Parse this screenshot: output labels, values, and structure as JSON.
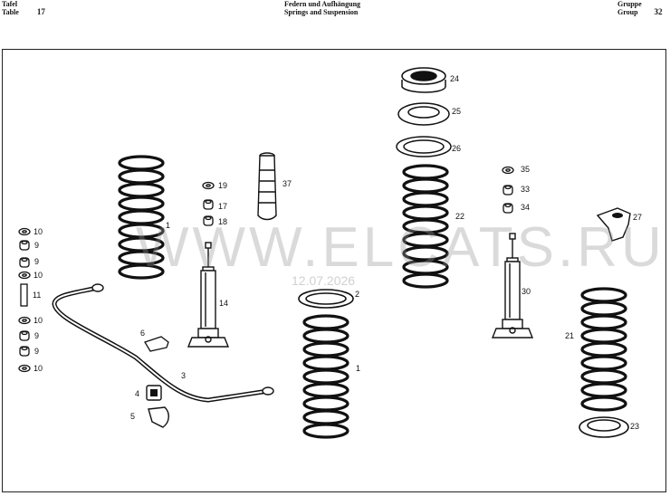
{
  "header": {
    "left_line1": "Tafel",
    "left_line2": "Table",
    "table_no": "17",
    "title_de": "Federn und Aufhängung",
    "title_en": "Springs and Suspension",
    "right_line1": "Gruppe",
    "right_line2": "Group",
    "group_no": "32"
  },
  "watermark": {
    "text": "WWW.ELCATS.RU",
    "date": "12.07.2026"
  },
  "callouts": {
    "c1a": "1",
    "c1b": "1",
    "c2": "2",
    "c3": "3",
    "c4": "4",
    "c5": "5",
    "c6": "6",
    "c9a": "9",
    "c9b": "9",
    "c9c": "9",
    "c9d": "9",
    "c10a": "10",
    "c10b": "10",
    "c10c": "10",
    "c10d": "10",
    "c11": "11",
    "c14": "14",
    "c17": "17",
    "c18": "18",
    "c19": "19",
    "c21": "21",
    "c22": "22",
    "c23": "23",
    "c24": "24",
    "c25": "25",
    "c26": "26",
    "c27": "27",
    "c30": "30",
    "c33": "33",
    "c34": "34",
    "c35": "35",
    "c37": "37"
  }
}
